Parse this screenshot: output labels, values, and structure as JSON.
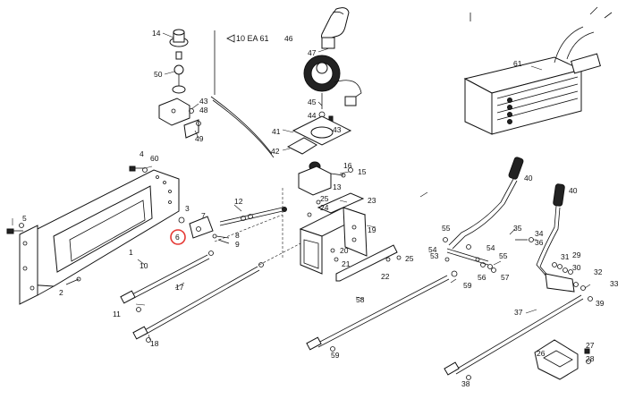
{
  "diagram": {
    "reference_label": "10 EA 61",
    "highlight_color": "#e53935",
    "highlighted_part": "6",
    "parts": [
      {
        "id": "p1",
        "num": "1"
      },
      {
        "id": "p2",
        "num": "2"
      },
      {
        "id": "p3",
        "num": "3"
      },
      {
        "id": "p4",
        "num": "4"
      },
      {
        "id": "p5",
        "num": "5"
      },
      {
        "id": "p6",
        "num": "6"
      },
      {
        "id": "p7",
        "num": "7"
      },
      {
        "id": "p8",
        "num": "8"
      },
      {
        "id": "p9",
        "num": "9"
      },
      {
        "id": "p10",
        "num": "10"
      },
      {
        "id": "p11",
        "num": "11"
      },
      {
        "id": "p12",
        "num": "12"
      },
      {
        "id": "p13",
        "num": "13"
      },
      {
        "id": "p14",
        "num": "14"
      },
      {
        "id": "p15",
        "num": "15"
      },
      {
        "id": "p16",
        "num": "16"
      },
      {
        "id": "p17",
        "num": "17"
      },
      {
        "id": "p18",
        "num": "18"
      },
      {
        "id": "p19",
        "num": "19"
      },
      {
        "id": "p20",
        "num": "20"
      },
      {
        "id": "p21",
        "num": "21"
      },
      {
        "id": "p22",
        "num": "22"
      },
      {
        "id": "p23",
        "num": "23"
      },
      {
        "id": "p24",
        "num": "24"
      },
      {
        "id": "p25a",
        "num": "25"
      },
      {
        "id": "p25b",
        "num": "25"
      },
      {
        "id": "p26",
        "num": "26"
      },
      {
        "id": "p27",
        "num": "27"
      },
      {
        "id": "p28",
        "num": "28"
      },
      {
        "id": "p29",
        "num": "29"
      },
      {
        "id": "p30",
        "num": "30"
      },
      {
        "id": "p31",
        "num": "31"
      },
      {
        "id": "p32",
        "num": "32"
      },
      {
        "id": "p33",
        "num": "33"
      },
      {
        "id": "p34",
        "num": "34"
      },
      {
        "id": "p35",
        "num": "35"
      },
      {
        "id": "p36",
        "num": "36"
      },
      {
        "id": "p37",
        "num": "37"
      },
      {
        "id": "p38",
        "num": "38"
      },
      {
        "id": "p39",
        "num": "39"
      },
      {
        "id": "p40a",
        "num": "40"
      },
      {
        "id": "p40b",
        "num": "40"
      },
      {
        "id": "p41",
        "num": "41"
      },
      {
        "id": "p42",
        "num": "42"
      },
      {
        "id": "p43a",
        "num": "43"
      },
      {
        "id": "p43b",
        "num": "43"
      },
      {
        "id": "p44",
        "num": "44"
      },
      {
        "id": "p45",
        "num": "45"
      },
      {
        "id": "p46",
        "num": "46"
      },
      {
        "id": "p47",
        "num": "47"
      },
      {
        "id": "p48",
        "num": "48"
      },
      {
        "id": "p49",
        "num": "49"
      },
      {
        "id": "p50",
        "num": "50"
      },
      {
        "id": "p53",
        "num": "53"
      },
      {
        "id": "p54a",
        "num": "54"
      },
      {
        "id": "p54b",
        "num": "54"
      },
      {
        "id": "p55a",
        "num": "55"
      },
      {
        "id": "p55b",
        "num": "55"
      },
      {
        "id": "p56",
        "num": "56"
      },
      {
        "id": "p57",
        "num": "57"
      },
      {
        "id": "p58",
        "num": "58"
      },
      {
        "id": "p59a",
        "num": "59"
      },
      {
        "id": "p59b",
        "num": "59"
      },
      {
        "id": "p60",
        "num": "60"
      },
      {
        "id": "p61",
        "num": "61"
      }
    ]
  }
}
